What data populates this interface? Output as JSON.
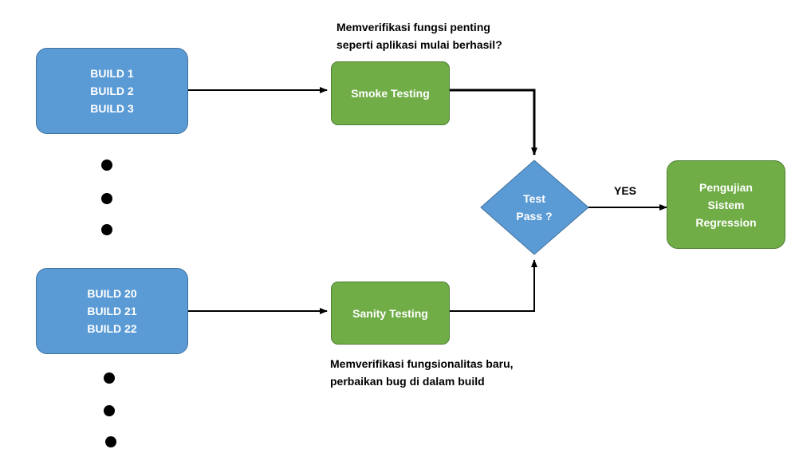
{
  "build_group_1": [
    "BUILD 1",
    "BUILD 2",
    "BUILD 3"
  ],
  "build_group_2": [
    "BUILD 20",
    "BUILD 21",
    "BUILD 22"
  ],
  "smoke_testing": "Smoke Testing",
  "sanity_testing": "Sanity Testing",
  "smoke_note": [
    "Memverifikasi fungsi penting",
    "seperti aplikasi mulai berhasil?"
  ],
  "sanity_note": [
    "Memverifikasi fungsionalitas baru,",
    "perbaikan bug di dalam build"
  ],
  "decision": [
    "Test",
    "Pass ?"
  ],
  "yes_label": "YES",
  "regression": [
    "Pengujian",
    "Sistem",
    "Regression"
  ],
  "colors": {
    "build_fill": "#5b9bd5",
    "test_fill": "#70ad47",
    "decision_fill": "#5b9bd5",
    "arrow": "#000000"
  }
}
